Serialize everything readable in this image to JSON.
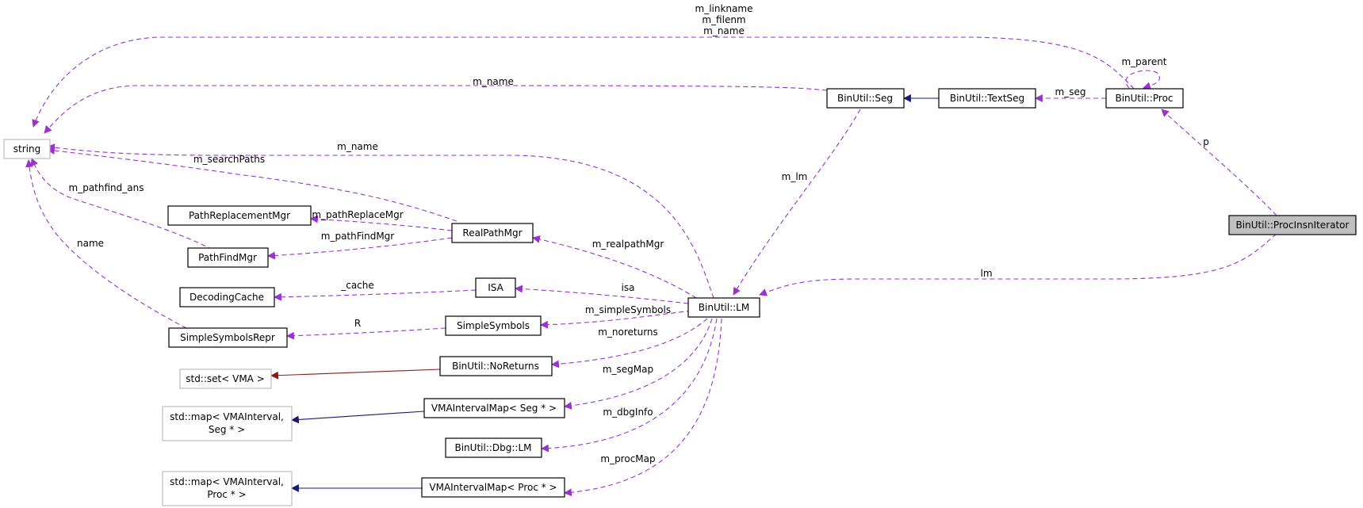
{
  "nodes": {
    "string": "string",
    "bu_seg": "BinUtil::Seg",
    "bu_textseg": "BinUtil::TextSeg",
    "bu_proc": "BinUtil::Proc",
    "bu_procinsn": "BinUtil::ProcInsnIterator",
    "pathrepl": "PathReplacementMgr",
    "pathfind": "PathFindMgr",
    "realpath": "RealPathMgr",
    "deccache": "DecodingCache",
    "isa": "ISA",
    "bu_lm": "BinUtil::LM",
    "simplesym": "SimpleSymbols",
    "simplesymrepr": "SimpleSymbolsRepr",
    "setvma": "std::set< VMA >",
    "bu_noreturns": "BinUtil::NoReturns",
    "map_seg_1": "std::map< VMAInterval,",
    "map_seg_2": "Seg * >",
    "vmamap_seg": "VMAIntervalMap< Seg * >",
    "bu_dbglm": "BinUtil::Dbg::LM",
    "map_proc_1": "std::map< VMAInterval,",
    "map_proc_2": "Proc * >",
    "vmamap_proc": "VMAIntervalMap< Proc * >"
  },
  "edge_labels": {
    "m_linkname": "m_linkname",
    "m_filenm": "m_filenm",
    "m_name_proc": "m_name",
    "m_parent": "m_parent",
    "m_name_seg": "m_name",
    "m_seg": "m_seg",
    "p": "p",
    "m_name_lm": "m_name",
    "m_searchPaths": "m_searchPaths",
    "m_pathfind_ans": "m_pathfind_ans",
    "m_lm": "m_lm",
    "m_pathReplaceMgr": "m_pathReplaceMgr",
    "m_pathFindMgr": "m_pathFindMgr",
    "m_realpathMgr": "m_realpathMgr",
    "name": "name",
    "lm": "lm",
    "cache": "_cache",
    "isa": "isa",
    "m_simpleSymbols": "m_simpleSymbols",
    "R": "R",
    "m_noreturns": "m_noreturns",
    "m_segMap": "m_segMap",
    "m_dbgInfo": "m_dbgInfo",
    "m_procMap": "m_procMap"
  },
  "colors": {
    "member_edge": "#9a32cd",
    "inherit_edge": "#191970",
    "template_edge": "#8b1a1a",
    "external_border": "#bfbfbf",
    "focus_fill": "#bfbfbf"
  }
}
